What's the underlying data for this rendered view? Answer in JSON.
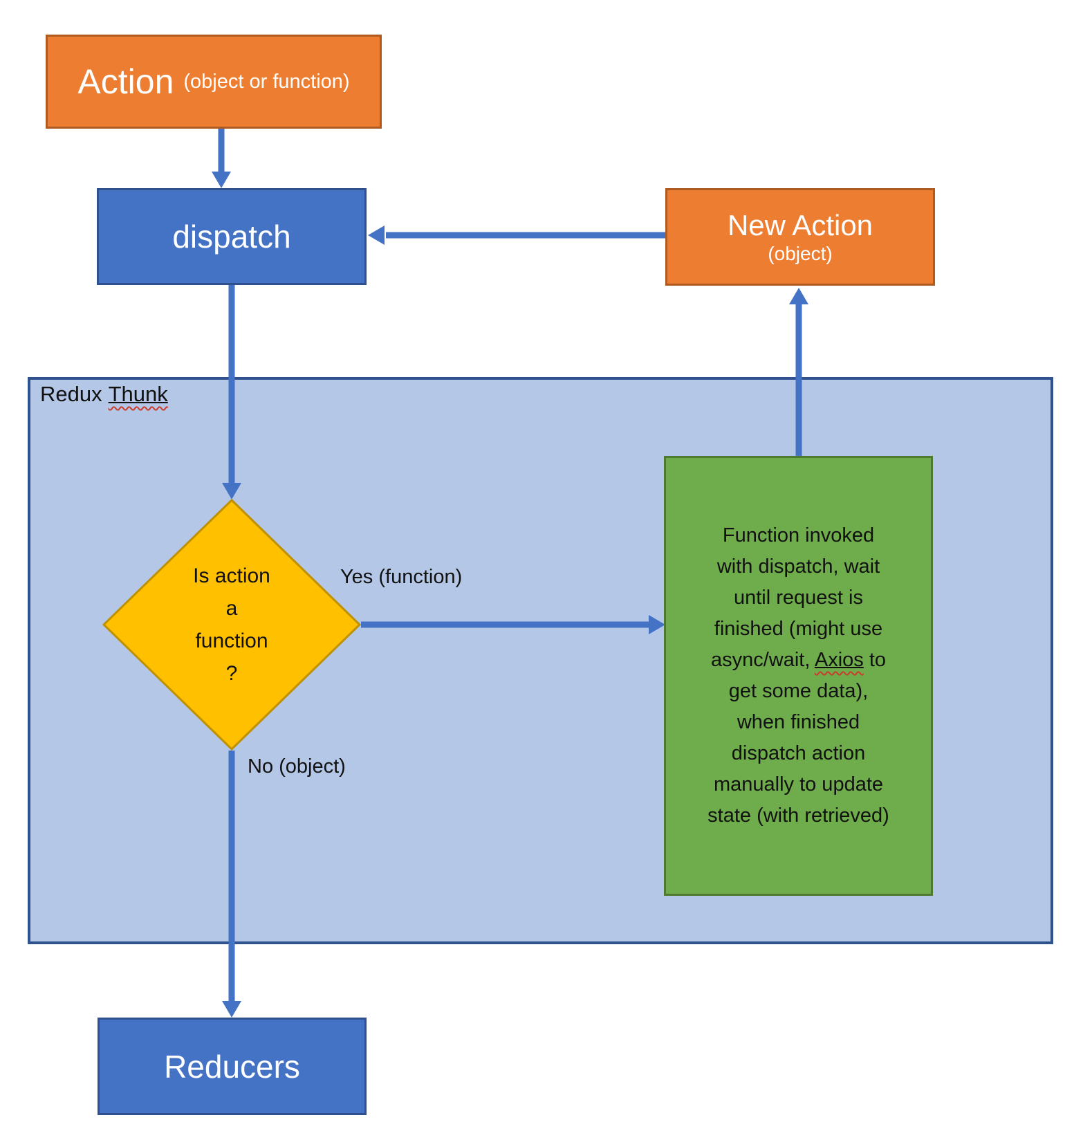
{
  "colors": {
    "orange_fill": "#ED7D31",
    "orange_border": "#AE5A21",
    "blue_fill": "#4472C4",
    "blue_border": "#2F528F",
    "container_fill": "#B4C7E7",
    "container_border": "#2F528F",
    "diamond_fill": "#FFC000",
    "diamond_border": "#BF9000",
    "green_fill": "#6FAC4C",
    "green_border": "#4E7A2F",
    "arrow": "#4472C4"
  },
  "nodes": {
    "action": {
      "title": "Action",
      "subtitle": "(object or function)"
    },
    "dispatch": {
      "label": "dispatch"
    },
    "new_action": {
      "title": "New Action",
      "subtitle": "(object)"
    },
    "reducers": {
      "label": "Reducers"
    },
    "decision": {
      "lines": [
        "Is action",
        "a",
        "function",
        "?"
      ]
    },
    "process": {
      "lines_top": [
        "Function invoked",
        "with dispatch, wait",
        "until request is",
        "finished (might use"
      ],
      "axios_line": {
        "before": "async/wait, ",
        "word": "Axios",
        "after": " to"
      },
      "lines_bottom": [
        "get some data),",
        "when finished",
        "dispatch action",
        "manually to update",
        "state (with retrieved)"
      ]
    }
  },
  "container": {
    "label_prefix": "Redux",
    "label_word": "Thunk"
  },
  "edge_labels": {
    "yes": "Yes (function)",
    "no": "No (object)"
  }
}
